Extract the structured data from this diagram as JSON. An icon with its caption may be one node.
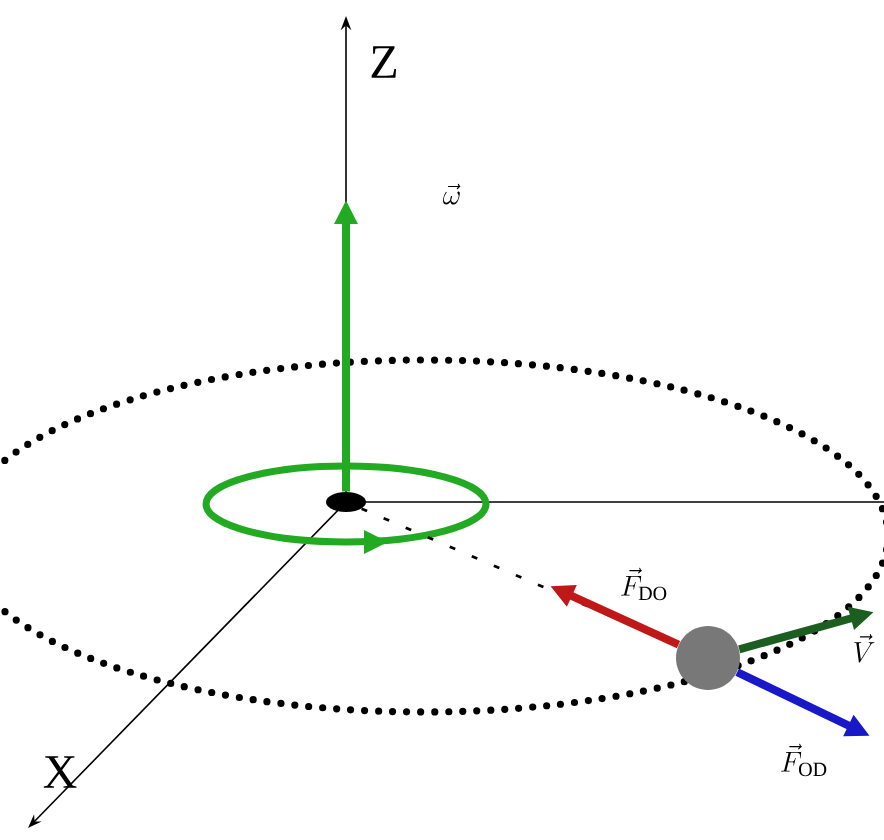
{
  "diagram": {
    "nodes": [
      {
        "text": [],
        "shape": "circle"
      },
      {
        "text": [],
        "shape": "circle"
      }
    ],
    "edges": [
      {
        "from": 0,
        "to": 1,
        "arrow": "none",
        "style": "dashed"
      },
      {
        "from": 0,
        "to": null,
        "arrow": "to",
        "color": "#22aa22",
        "label": "\\vec{\\omega}"
      },
      {
        "from": 1,
        "to": null,
        "arrow": "to",
        "color": "#c01818",
        "label": "\\vec{F}_{\\mathrm{DO}}"
      },
      {
        "from": 1,
        "to": null,
        "arrow": "to",
        "color": "#1b5e20",
        "label": "\\vec{V}"
      },
      {
        "from": 1,
        "to": null,
        "arrow": "to",
        "color": "#1818c8",
        "label": "\\vec{F}_{\\mathrm{OD}}"
      }
    ],
    "labels": [
      "Z",
      "X"
    ]
  }
}
